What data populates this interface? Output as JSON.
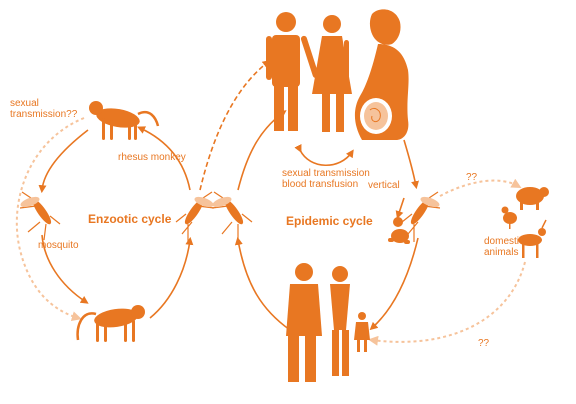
{
  "colors": {
    "primary": "#e87722",
    "light": "#f6c39b"
  },
  "cycles": {
    "enzootic": "Enzootic cycle",
    "epidemic": "Epidemic cycle"
  },
  "labels": {
    "sexual_transmission_q": "sexual\ntransmission??",
    "rhesus_monkey": "rhesus monkey",
    "mosquito": "mosquito",
    "human_transmission": "sexual transmission\nblood transfusion",
    "vertical": "vertical",
    "unknown_top": "??",
    "unknown_bottom": "??",
    "domestic_animals": "domestic\nanimals"
  },
  "icons": [
    "monkey-icon",
    "mosquito-icon",
    "man-icon",
    "woman-icon",
    "pregnant-woman-icon",
    "baby-icon",
    "pig-icon",
    "chicken-icon",
    "goat-icon",
    "girl-icon"
  ]
}
